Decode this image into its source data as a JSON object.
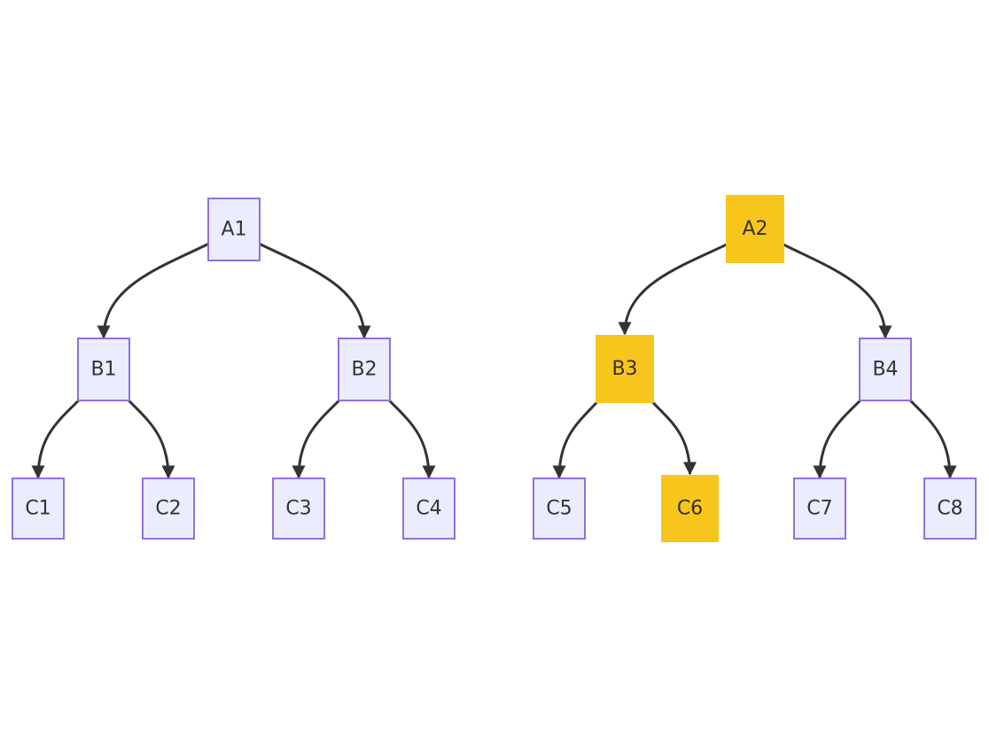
{
  "colors": {
    "default_fill": "#ECECFF",
    "default_stroke": "#9370DB",
    "highlight_fill": "#F8C51C",
    "edge": "#333333",
    "text": "#333333"
  },
  "nodes": {
    "A1": {
      "label": "A1",
      "highlighted": false
    },
    "B1": {
      "label": "B1",
      "highlighted": false
    },
    "B2": {
      "label": "B2",
      "highlighted": false
    },
    "C1": {
      "label": "C1",
      "highlighted": false
    },
    "C2": {
      "label": "C2",
      "highlighted": false
    },
    "C3": {
      "label": "C3",
      "highlighted": false
    },
    "C4": {
      "label": "C4",
      "highlighted": false
    },
    "A2": {
      "label": "A2",
      "highlighted": true
    },
    "B3": {
      "label": "B3",
      "highlighted": true
    },
    "B4": {
      "label": "B4",
      "highlighted": false
    },
    "C5": {
      "label": "C5",
      "highlighted": false
    },
    "C6": {
      "label": "C6",
      "highlighted": true
    },
    "C7": {
      "label": "C7",
      "highlighted": false
    },
    "C8": {
      "label": "C8",
      "highlighted": false
    }
  },
  "edges": [
    {
      "from": "A1",
      "to": "B1"
    },
    {
      "from": "A1",
      "to": "B2"
    },
    {
      "from": "B1",
      "to": "C1"
    },
    {
      "from": "B1",
      "to": "C2"
    },
    {
      "from": "B2",
      "to": "C3"
    },
    {
      "from": "B2",
      "to": "C4"
    },
    {
      "from": "A2",
      "to": "B3"
    },
    {
      "from": "A2",
      "to": "B4"
    },
    {
      "from": "B3",
      "to": "C5"
    },
    {
      "from": "B3",
      "to": "C6"
    },
    {
      "from": "B4",
      "to": "C7"
    },
    {
      "from": "B4",
      "to": "C8"
    }
  ]
}
